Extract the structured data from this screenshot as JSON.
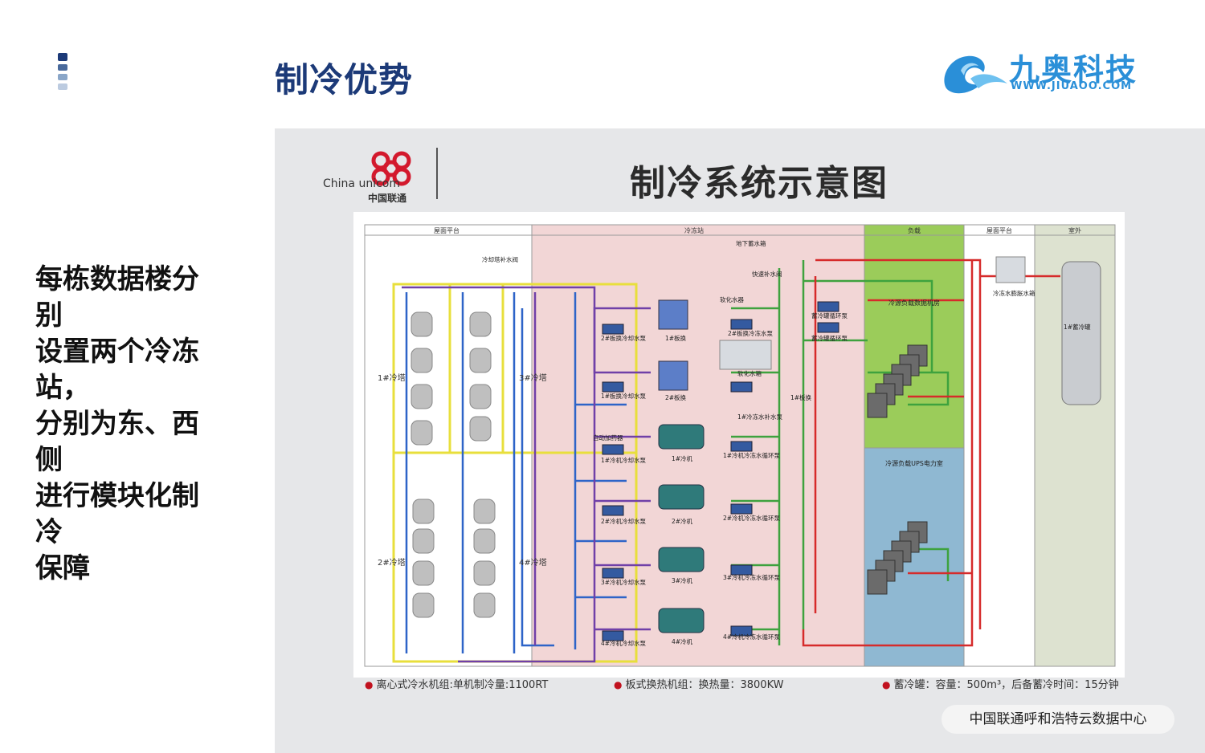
{
  "slide": {
    "title": "制冷优势",
    "side_lines": [
      "每栋数据楼分",
      "别",
      "设置两个冷冻",
      "站，",
      "分别为东、西",
      "侧",
      "进行模块化制",
      "冷",
      "保障"
    ]
  },
  "brand": {
    "name": "九奥科技",
    "url": "WWW.JIUAOO.COM"
  },
  "photo": {
    "logo_en": "China unicom",
    "logo_cn": "中国联通",
    "title": "制冷系统示意图",
    "zones": [
      {
        "label": "屋面平台"
      },
      {
        "label": "冷冻站"
      },
      {
        "label": "负载"
      },
      {
        "label": "屋面平台"
      },
      {
        "label": "室外"
      }
    ],
    "tower_groups": [
      "1#冷塔",
      "3#冷塔",
      "2#冷塔",
      "4#冷塔"
    ],
    "equipment_labels": [
      "冷却塔补水阀",
      "地下蓄水箱",
      "快速补水阀",
      "软化水器",
      "2#板换冷却水泵",
      "1#板换",
      "2#板换冷冻水泵",
      "软化水箱",
      "1#板换冷却水泵",
      "2#板换",
      "自动加药器",
      "1#冷机冷却水泵",
      "1#冷机",
      "1#冷机冷冻水循环泵",
      "2#冷机冷却水泵",
      "2#冷机",
      "2#冷机冷冻水循环泵",
      "3#冷机冷却水泵",
      "3#冷机",
      "3#冷机冷冻水循环泵",
      "4#冷机冷却水泵",
      "4#冷机",
      "4#冷机冷冻水循环泵",
      "蓄冷罐循环泵",
      "蓄冷罐循环泵",
      "1#冷冻水补水泵",
      "1#板换",
      "冷冻水膨胀水箱",
      "1#蓄冷罐"
    ],
    "load_rooms": [
      "冷源负载数据机房",
      "冷源负载UPS电力室"
    ],
    "legend": [
      "离心式冷水机组:单机制冷量:1100RT",
      "板式换热机组：换热量：3800KW",
      "蓄冷罐：容量：500m³，后备蓄冷时间：15分钟"
    ],
    "caption": "中国联通呼和浩特云数据中心"
  },
  "colors": {
    "title_blue": "#1c3a78",
    "brand_blue": "#2a8fd8",
    "pipe_yellow": "#e8df3c",
    "pipe_blue": "#2e64c8",
    "pipe_purple": "#7040a8",
    "pipe_green": "#3ea23e",
    "pipe_red": "#d62b2b",
    "zone_pink": "#f2d6d6",
    "zone_green": "#9bcc5a",
    "zone_blue": "#8fb8d2",
    "zone_gray": "#dde2d0",
    "unicom_red": "#d3192d"
  }
}
